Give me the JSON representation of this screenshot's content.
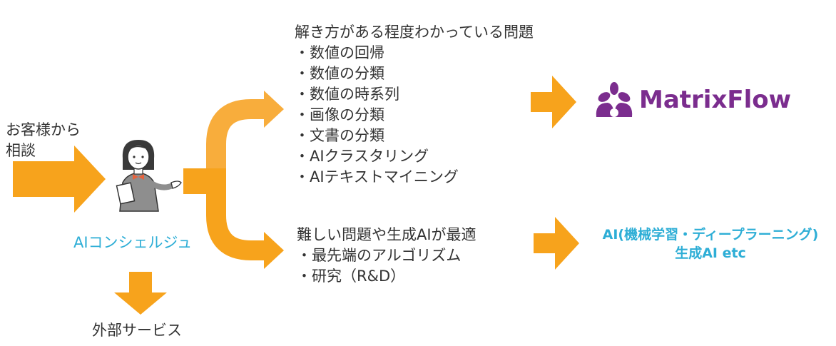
{
  "customer": {
    "line1": "お客様から",
    "line2": "相談"
  },
  "concierge": {
    "label": "AIコンシェルジュ"
  },
  "external": {
    "label": "外部サービス"
  },
  "upper_group": {
    "title": "解き方がある程度わかっている問題",
    "items": [
      "・数値の回帰",
      "・数値の分類",
      "・数値の時系列",
      "・画像の分類",
      "・文書の分類",
      "・AIクラスタリング",
      "・AIテキストマイニング"
    ]
  },
  "lower_group": {
    "title": "難しい問題や生成AIが最適",
    "items": [
      "・最先端のアルゴリズム",
      "・研究（R&D）"
    ]
  },
  "matrixflow": {
    "logo_text": "MatrixFlow"
  },
  "ai_services": {
    "line1": "AI(機械学習・ディープラーニング)",
    "line2": "生成AI etc"
  },
  "colors": {
    "arrow": "#f7a31c",
    "arrow_light": "#f8ad3c",
    "accent_text": "#2eaed6",
    "logo_purple": "#7b2d8e"
  }
}
